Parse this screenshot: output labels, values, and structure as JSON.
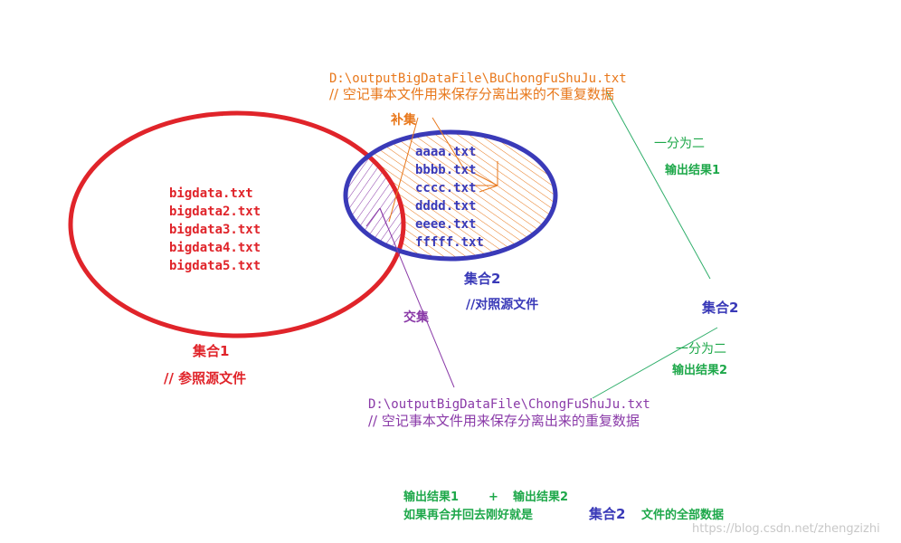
{
  "colors": {
    "red": "#e0242a",
    "blue": "#3a3ab8",
    "orange": "#e8781c",
    "purple": "#8a3aa8",
    "green": "#1ea84a",
    "green_line": "#2fae6a",
    "watermark": "#c8c8c8"
  },
  "top_note": {
    "path": "D:\\outputBigDataFile\\BuChongFuShuJu.txt",
    "comment": "// 空记事本文件用来保存分离出来的不重复数据"
  },
  "complement_label": "补集",
  "set1": {
    "files": [
      "bigdata.txt",
      "bigdata2.txt",
      "bigdata3.txt",
      "bigdata4.txt",
      "bigdata5.txt"
    ],
    "label": "集合1",
    "comment": "// 参照源文件"
  },
  "set2": {
    "files": [
      "aaaa.txt",
      "bbbb.txt",
      "cccc.txt",
      "dddd.txt",
      "eeee.txt",
      "fffff.txt"
    ],
    "label": "集合2",
    "comment": "//对照源文件"
  },
  "intersection_label": "交集",
  "bottom_note": {
    "path": "D:\\outputBigDataFile\\ChongFuShuJu.txt",
    "comment": "// 空记事本文件用来保存分离出来的重复数据"
  },
  "right_panel": {
    "split1": "一分为二",
    "result1": "输出结果1",
    "set2_label": "集合2",
    "split2": "一分为二",
    "result2": "输出结果2"
  },
  "footer": {
    "line1_a": "输出结果1",
    "plus": "+",
    "line1_b": "输出结果2",
    "line2_a": "如果再合并回去刚好就是",
    "line2_set": "集合2",
    "line2_b": "文件的全部数据"
  },
  "watermark": "https://blog.csdn.net/zhengzizhi"
}
